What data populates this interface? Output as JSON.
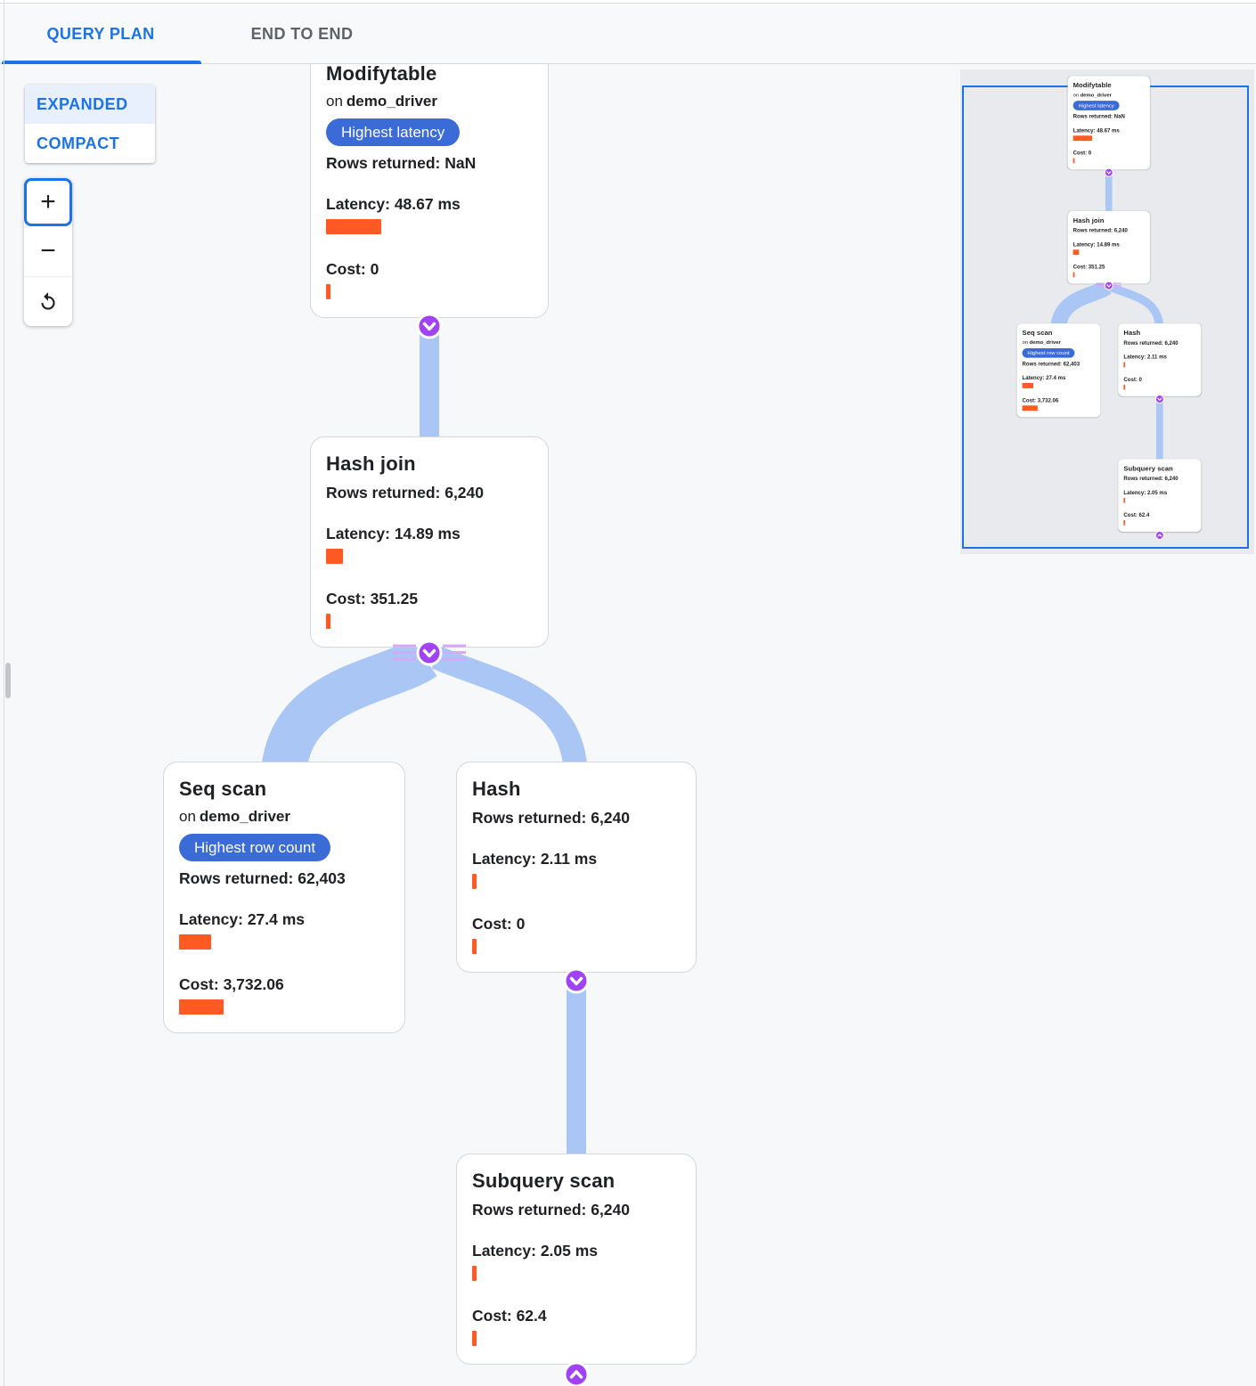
{
  "tabs": [
    {
      "label": "QUERY PLAN"
    },
    {
      "label": "END TO END"
    }
  ],
  "view_toggle": {
    "expanded": "EXPANDED",
    "compact": "COMPACT"
  },
  "zoom_controls": {
    "zoom_in": "+",
    "zoom_out": "−"
  },
  "colors": {
    "accent_blue": "#1a73e8",
    "badge_blue": "#3b6bd6",
    "metric_bar_orange": "#ff5a24",
    "edge_blue": "#aac6f5",
    "connector_purple": "#a142f4",
    "connector_stripe_purple": "#d4aaf8"
  },
  "nodes": {
    "modifytable": {
      "title": "Modifytable",
      "on_word": "on",
      "table": "demo_driver",
      "badge": "Highest latency",
      "rows": "Rows returned: NaN",
      "latency": "Latency: 48.67 ms",
      "cost": "Cost: 0"
    },
    "hash_join": {
      "title": "Hash join",
      "rows": "Rows returned: 6,240",
      "latency": "Latency: 14.89 ms",
      "cost": "Cost: 351.25"
    },
    "seq_scan": {
      "title": "Seq scan",
      "on_word": "on",
      "table": "demo_driver",
      "badge": "Highest row count",
      "rows": "Rows returned: 62,403",
      "latency": "Latency: 27.4 ms",
      "cost": "Cost: 3,732.06"
    },
    "hash": {
      "title": "Hash",
      "rows": "Rows returned: 6,240",
      "latency": "Latency: 2.11 ms",
      "cost": "Cost: 0"
    },
    "subquery_scan": {
      "title": "Subquery scan",
      "rows": "Rows returned: 6,240",
      "latency": "Latency: 2.05 ms",
      "cost": "Cost: 62.4"
    }
  }
}
